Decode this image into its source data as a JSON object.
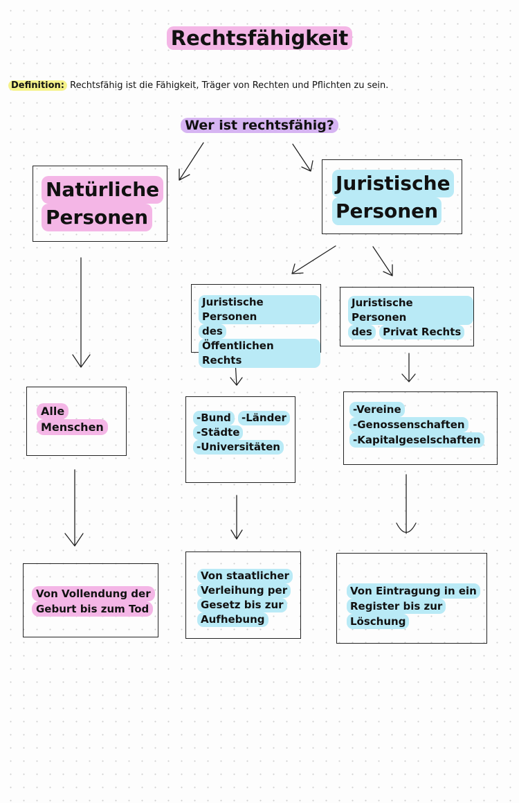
{
  "title": "Rechtsfähigkeit",
  "definition": {
    "label": "Definition:",
    "text": " Rechtsfähig ist die Fähigkeit, Träger von Rechten und Pflichten zu sein."
  },
  "question": "Wer ist rechtsfähig?",
  "natuerliche": {
    "title_lines": [
      "Natürliche",
      "Personen"
    ],
    "who": [
      "Alle",
      "Menschen"
    ],
    "duration": [
      "Von Vollendung der",
      "Geburt bis zum Tod"
    ]
  },
  "juristische": {
    "title_lines": [
      "Juristische",
      "Personen"
    ],
    "oeffentlich": {
      "title": [
        "Juristische Personen",
        "des",
        "Öffentlichen Rechts"
      ],
      "examples": [
        "-Bund",
        "-Länder",
        "-Städte",
        "-Universitäten"
      ],
      "duration": [
        "Von staatlicher",
        "Verleihung per",
        "Gesetz bis zur",
        "Aufhebung"
      ]
    },
    "privat": {
      "title": [
        "Juristische Personen",
        "des",
        "Privat Rechts"
      ],
      "examples": [
        "-Vereine",
        "-Genossenschaften",
        "-Kapitalgeselschaften"
      ],
      "duration": [
        "Von Eintragung in ein",
        "Register bis zur",
        "Löschung"
      ]
    }
  },
  "colors": {
    "pink": "#f4b6e6",
    "purple": "#d6b4f2",
    "blue": "#b9eaf6",
    "yellow": "#f5f28a"
  }
}
